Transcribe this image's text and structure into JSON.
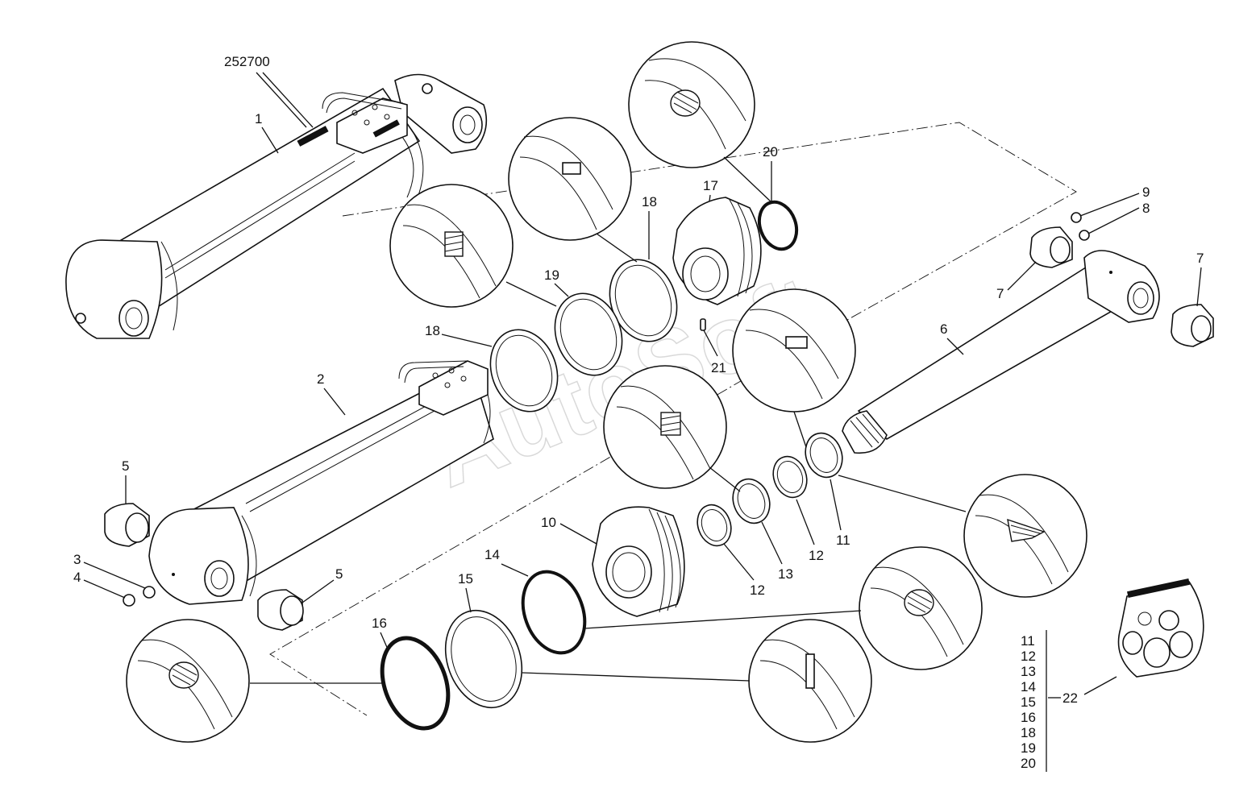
{
  "diagram": {
    "watermark": "AutoSoft",
    "reference_number": "252700",
    "callouts": {
      "c1": "1",
      "c2": "2",
      "c3": "3",
      "c4": "4",
      "c5a": "5",
      "c5b": "5",
      "c6": "6",
      "c7a": "7",
      "c7b": "7",
      "c8": "8",
      "c9": "9",
      "c10": "10",
      "c11": "11",
      "c12a": "12",
      "c12b": "12",
      "c13": "13",
      "c14": "14",
      "c15": "15",
      "c16": "16",
      "c17": "17",
      "c18a": "18",
      "c18b": "18",
      "c19": "19",
      "c20": "20",
      "c21": "21",
      "c22": "22"
    },
    "kit_list": [
      "11",
      "12",
      "13",
      "14",
      "15",
      "16",
      "18",
      "19",
      "20"
    ]
  }
}
